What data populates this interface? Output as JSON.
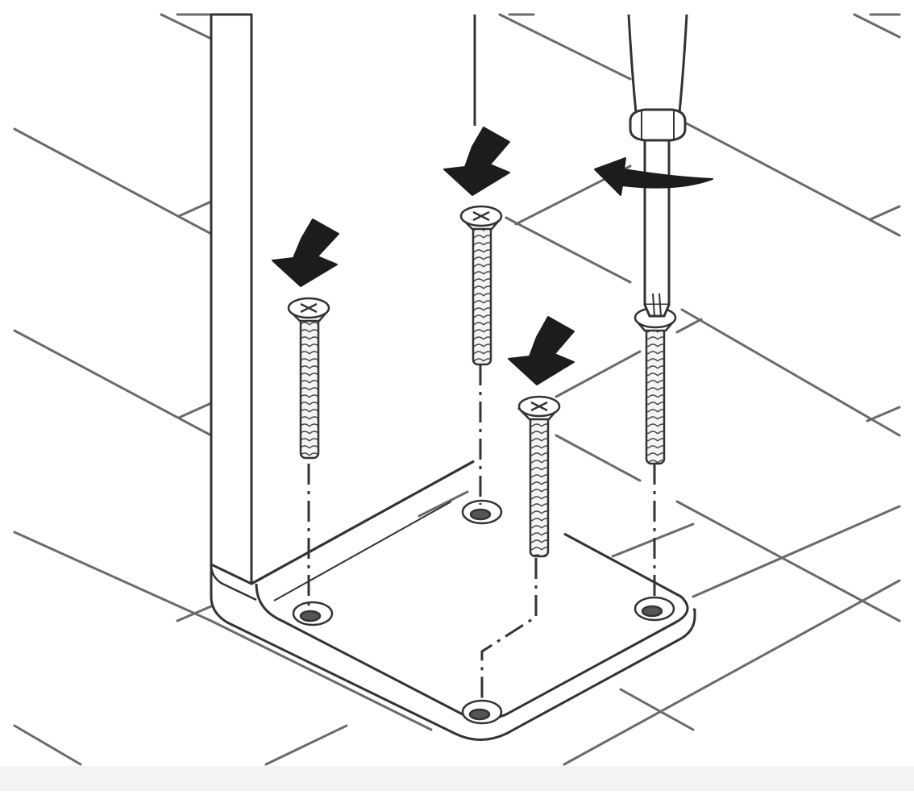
{
  "diagram": {
    "kind": "assembly-instruction",
    "action": "screw-down-post-base",
    "colors": {
      "line": "#333333",
      "light_line": "#6a6a6a",
      "fill": "#ffffff",
      "arrow": "#1c1c1c",
      "screw_thread": "#f4f4f4"
    },
    "parts": [
      {
        "name": "post",
        "icon": "square-post"
      },
      {
        "name": "base-plate",
        "icon": "square-plate-4-holes"
      },
      {
        "name": "screw",
        "count": 4,
        "icon": "countersunk-cross-screw"
      },
      {
        "name": "screwdriver",
        "icon": "phillips-screwdriver"
      }
    ],
    "indicators": [
      {
        "name": "insert-arrow",
        "count": 3,
        "icon": "down-arrow"
      },
      {
        "name": "rotation-arrow",
        "count": 1,
        "icon": "curved-arrow"
      }
    ]
  }
}
